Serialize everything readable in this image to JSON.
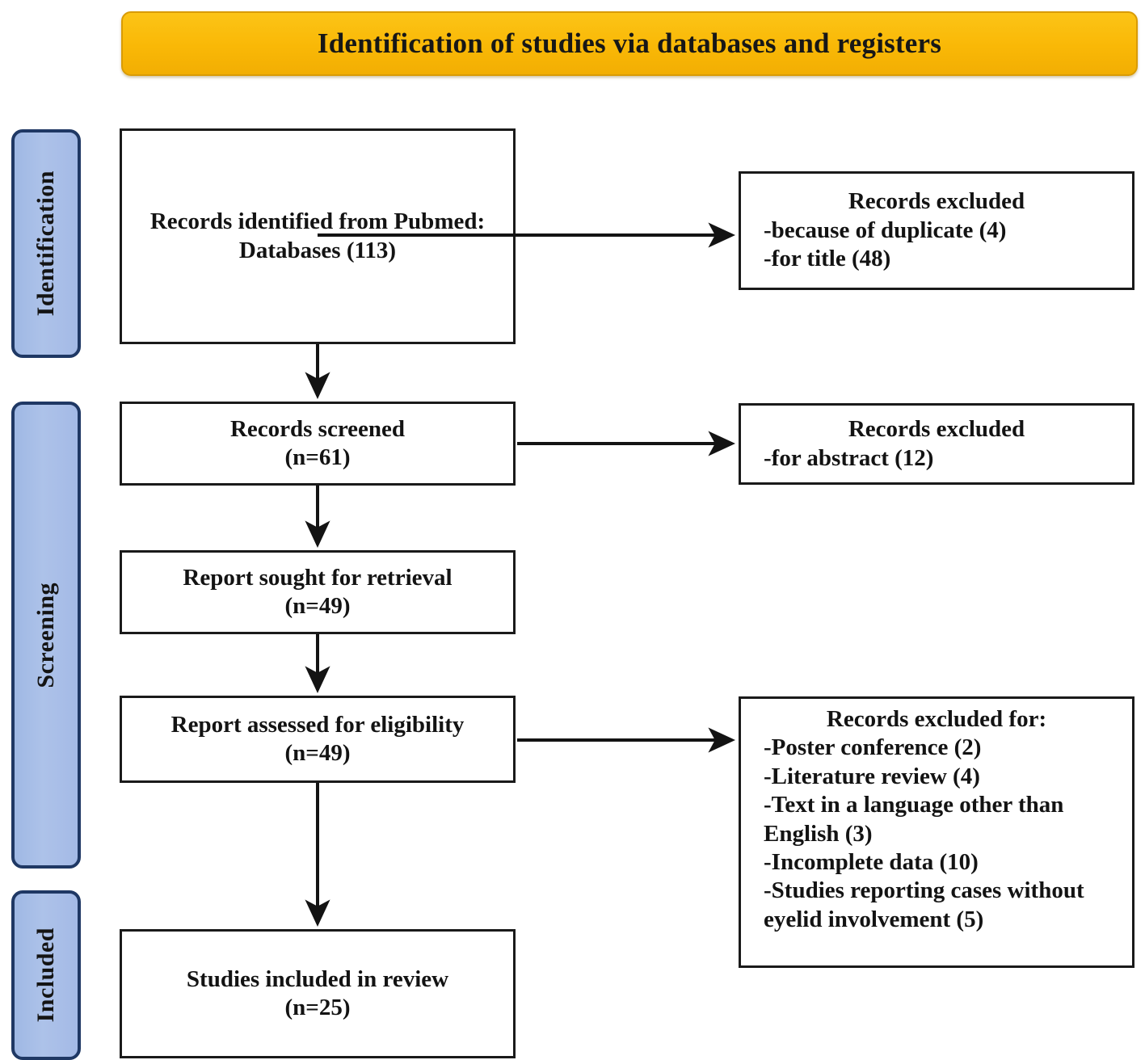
{
  "header": {
    "title": "Identification of studies via databases and registers",
    "fill_color": "#f9b806",
    "border_color": "#d99b05"
  },
  "stages": [
    {
      "label": "Identification"
    },
    {
      "label": "Screening"
    },
    {
      "label": "Included"
    }
  ],
  "stage_style": {
    "fill_color": "#adc2e9",
    "border_color": "#1f3864"
  },
  "flow": {
    "box_border_color": "#1a1a1a",
    "box_fill_color": "#ffffff",
    "identified": {
      "line1": "Records identified from Pubmed:",
      "line2": "Databases (113)"
    },
    "excluded_identification": {
      "title": "Records excluded",
      "items": [
        "-because of duplicate (4)",
        "-for title (48)"
      ]
    },
    "screened": {
      "line1": "Records screened",
      "line2": "(n=61)"
    },
    "excluded_screening": {
      "title": "Records excluded",
      "items": [
        "-for abstract (12)"
      ]
    },
    "sought": {
      "line1": "Report sought for retrieval",
      "line2": "(n=49)"
    },
    "assessed": {
      "line1": "Report assessed for eligibility",
      "line2": "(n=49)"
    },
    "excluded_eligibility": {
      "title": "Records excluded for:",
      "items": [
        "-Poster conference (2)",
        "-Literature review (4)",
        "-Text in a language other than",
        "English (3)",
        "-Incomplete data (10)",
        "-Studies reporting cases without",
        "eyelid involvement (5)"
      ]
    },
    "included": {
      "line1": "Studies included in review",
      "line2": "(n=25)"
    }
  }
}
